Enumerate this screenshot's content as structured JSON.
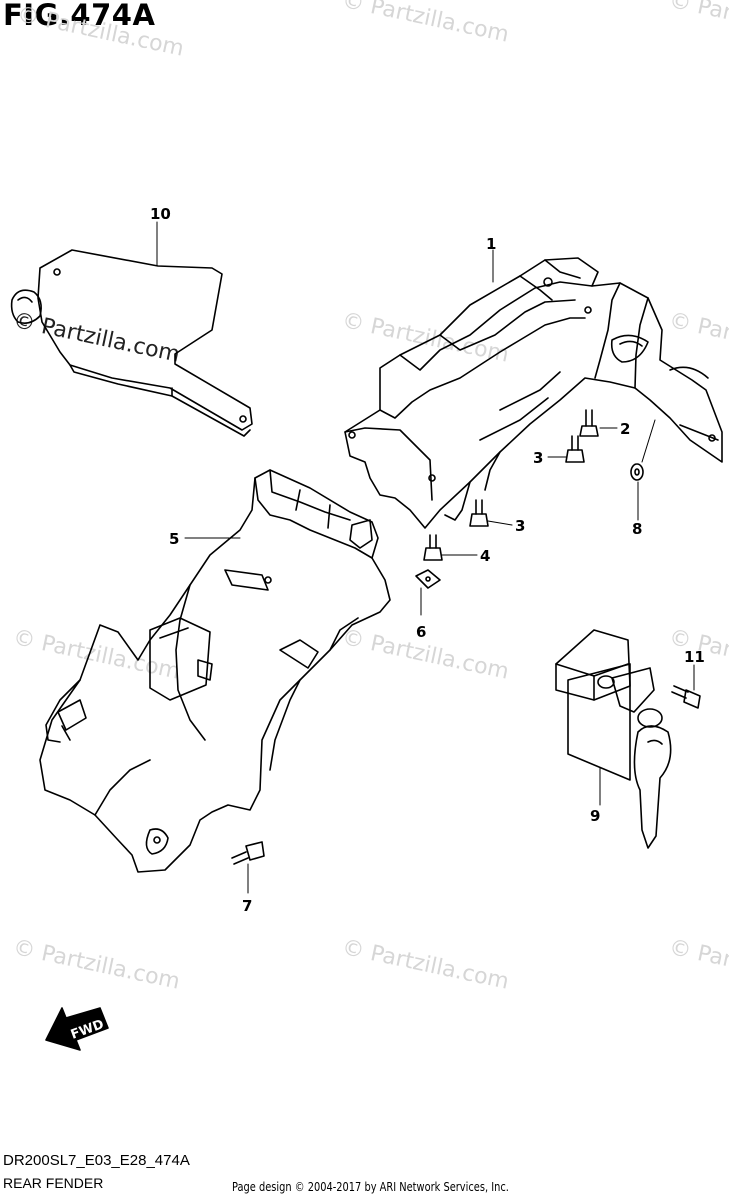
{
  "figure": {
    "title": "FIG.474A",
    "diagram_code": "DR200SL7_E03_E28_474A",
    "caption": "REAR FENDER",
    "credit": "Page design © 2004-2017 by ARI Network Services, Inc."
  },
  "watermark": "© Partzilla.com",
  "callouts": [
    "1",
    "2",
    "3",
    "3",
    "4",
    "5",
    "6",
    "7",
    "8",
    "9",
    "10",
    "11"
  ],
  "fwd_label": "FWD"
}
